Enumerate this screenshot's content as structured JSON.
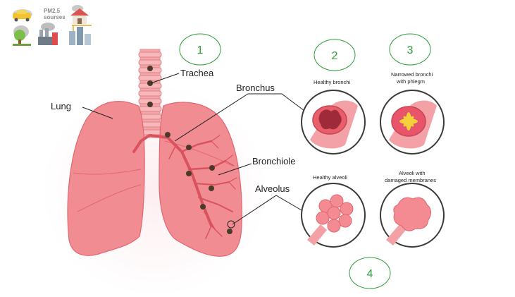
{
  "labels": {
    "lung": "Lung",
    "trachea": "Trachea",
    "bronchus": "Bronchus",
    "bronchiole": "Bronchiole",
    "alveolus": "Alveolus"
  },
  "insets": {
    "healthy_bronchi": "Healthy bronchi",
    "narrowed_bronchi_line1": "Narrowed bronchi",
    "narrowed_bronchi_line2": "with phlegm",
    "healthy_alveoli": "Healthy alveoli",
    "damaged_alveoli_line1": "Alveoli with",
    "damaged_alveoli_line2": "damaged membranes"
  },
  "markers": [
    "1",
    "2",
    "3",
    "4"
  ],
  "pm_icon": {
    "line1": "PM2.5",
    "line2": "sourses"
  },
  "colors": {
    "lung_fill": "#f1828a",
    "lung_dark": "#e06670",
    "marker_green": "#2e9e3a",
    "dot": "#4a3a2a"
  }
}
